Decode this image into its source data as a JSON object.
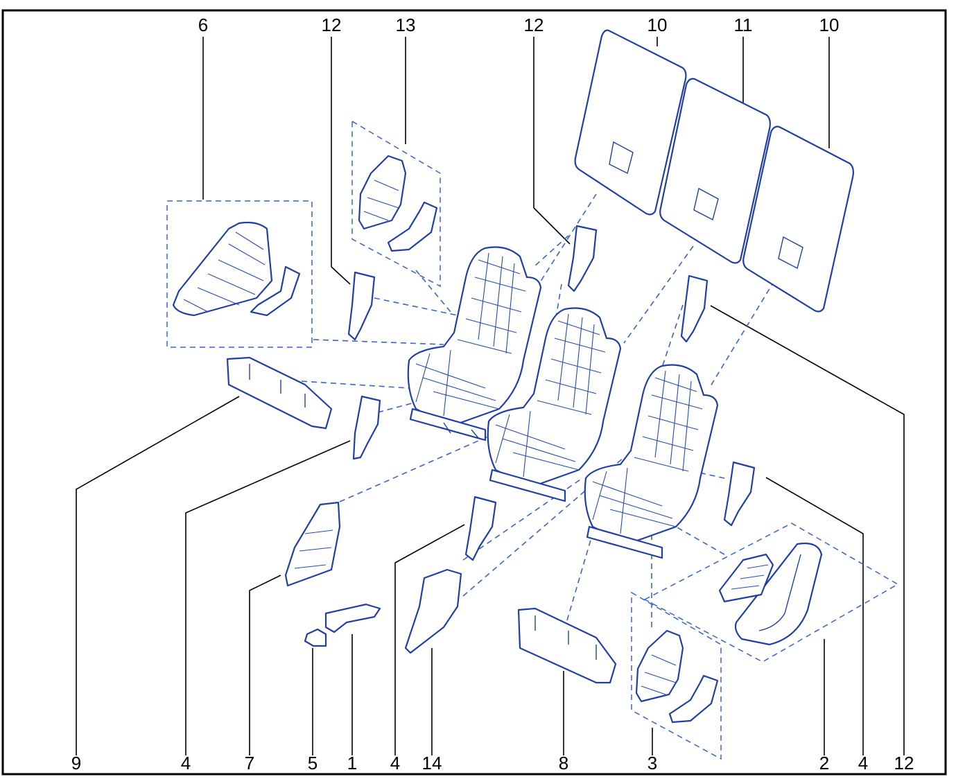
{
  "diagram": {
    "colors": {
      "line": "#1f3fa6",
      "dash": "#3a62c9",
      "frame": "#000000",
      "text": "#000000"
    },
    "labels": {
      "top_6": "6",
      "top_12a": "12",
      "top_13": "13",
      "top_12b": "12",
      "top_10a": "10",
      "top_11": "11",
      "top_10b": "10",
      "bot_9": "9",
      "bot_4a": "4",
      "bot_7": "7",
      "bot_5": "5",
      "bot_1": "1",
      "bot_4b": "4",
      "bot_14": "14",
      "bot_8": "8",
      "bot_3": "3",
      "bot_2": "2",
      "bot_4c": "4",
      "bot_12": "12"
    }
  }
}
